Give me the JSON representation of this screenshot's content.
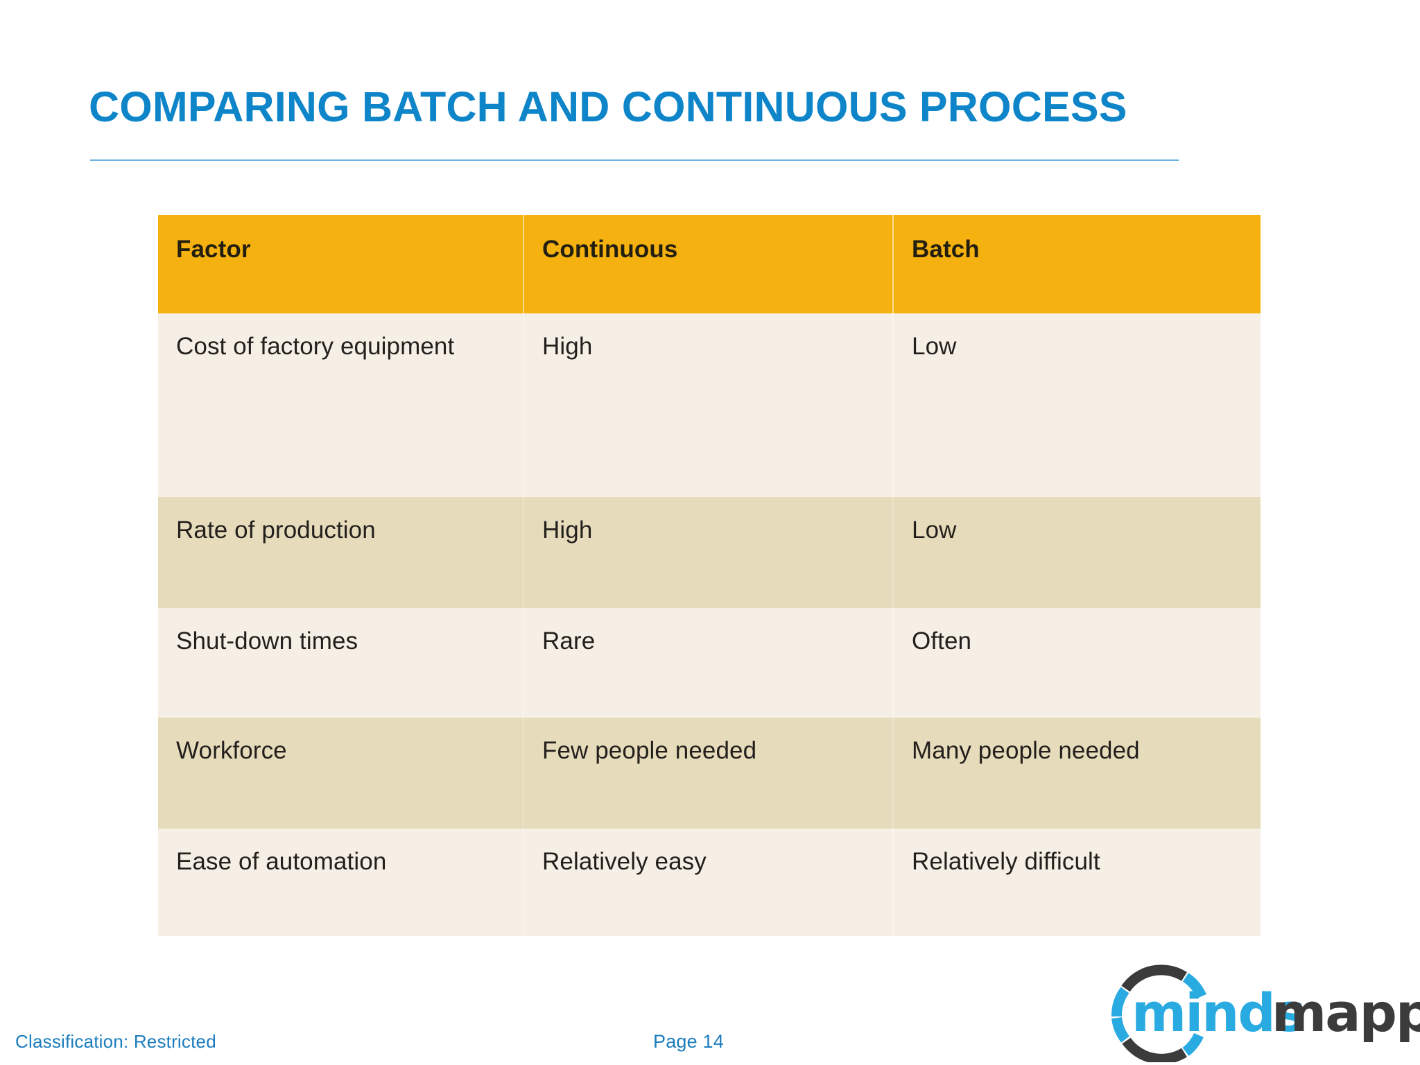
{
  "slide": {
    "title": "COMPARING BATCH AND CONTINUOUS PROCESS",
    "accent_color": "#0d85c8",
    "rule_color": "#67b2de",
    "background_color": "#ffffff"
  },
  "table": {
    "header_bg": "#f5b10f",
    "row_light_bg": "#f5efe5",
    "row_dark_bg": "#e6dcbc",
    "headers": [
      "Factor",
      "Continuous",
      "Batch"
    ],
    "rows": [
      {
        "factor": "Cost of factory equipment",
        "continuous": "High",
        "batch": "Low"
      },
      {
        "factor": "Rate of production",
        "continuous": "High",
        "batch": "Low"
      },
      {
        "factor": "Shut-down times",
        "continuous": "Rare",
        "batch": "Often"
      },
      {
        "factor": "Workforce",
        "continuous": "Few people needed",
        "batch": "Many people needed"
      },
      {
        "factor": "Ease of automation",
        "continuous": "Relatively easy",
        "batch": "Relatively difficult"
      }
    ]
  },
  "footer": {
    "classification": "Classification: Restricted",
    "page": "Page 14",
    "text_color": "#1b7cbd"
  },
  "logo": {
    "name": "mindsmapped-logo",
    "word_primary": "minds",
    "word_secondary": "mapped",
    "primary_color": "#29abe2",
    "secondary_color": "#3b3b3b"
  }
}
